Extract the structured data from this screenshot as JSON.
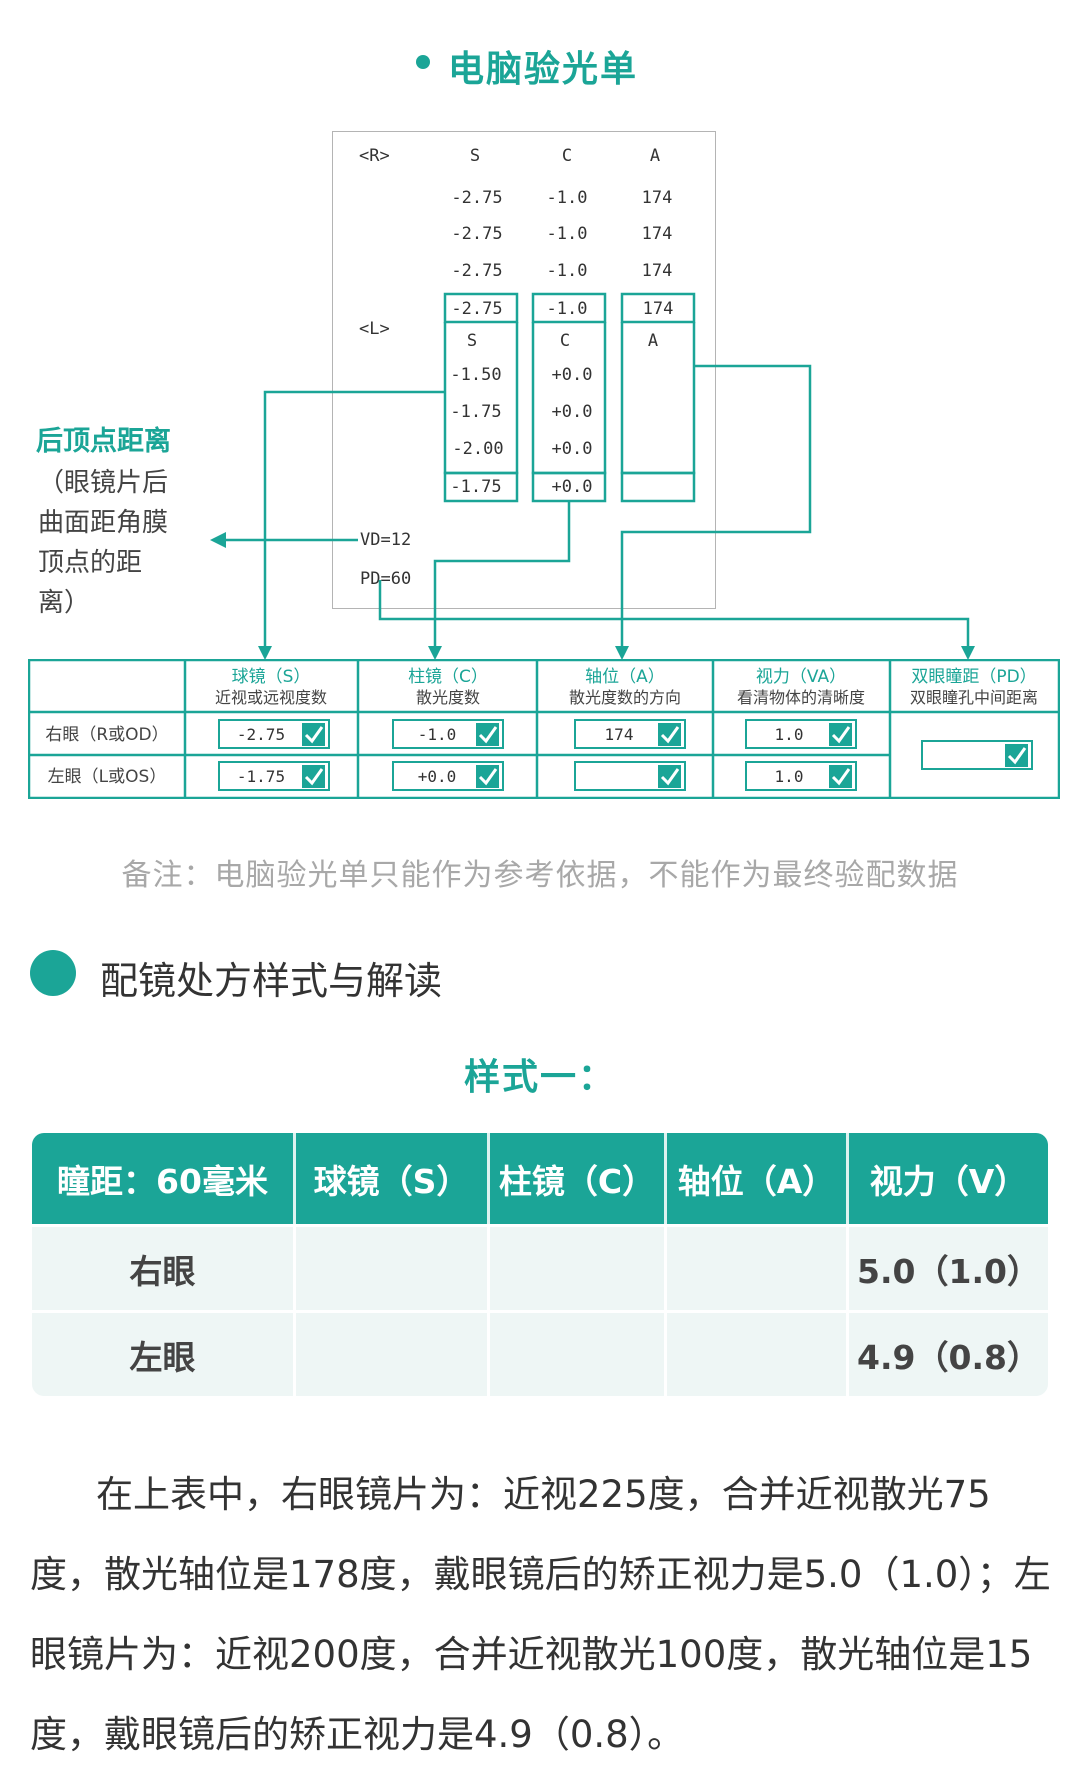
{
  "section1": {
    "title": "电脑验光单"
  },
  "printout": {
    "right_label": "<R>",
    "left_label": "<L>",
    "col_s": "S",
    "col_c": "C",
    "col_a": "A",
    "right_rows": [
      {
        "s": "-2.75",
        "c": "-1.0",
        "a": "174"
      },
      {
        "s": "-2.75",
        "c": "-1.0",
        "a": "174"
      },
      {
        "s": "-2.75",
        "c": "-1.0",
        "a": "174"
      }
    ],
    "right_avg": {
      "s": "-2.75",
      "c": "-1.0",
      "a": "174"
    },
    "left_rows": [
      {
        "s": "-1.50",
        "c": "+0.0"
      },
      {
        "s": "-1.75",
        "c": "+0.0"
      },
      {
        "s": "-2.00",
        "c": "+0.0"
      }
    ],
    "left_avg": {
      "s": "-1.75",
      "c": "+0.0",
      "a": ""
    },
    "vd": "VD=12",
    "pd": "PD=60"
  },
  "vertex_label": {
    "title": "后顶点距离",
    "desc": "（眼镜片后曲面距角膜顶点的距离）"
  },
  "form": {
    "headers": [
      {
        "title": "球镜（S）",
        "sub": "近视或远视度数"
      },
      {
        "title": "柱镜（C）",
        "sub": "散光度数"
      },
      {
        "title": "轴位（A）",
        "sub": "散光度数的方向"
      },
      {
        "title": "视力（VA）",
        "sub": "看清物体的清晰度"
      },
      {
        "title": "双眼瞳距（PD）",
        "sub": "双眼瞳孔中间距离"
      }
    ],
    "right_eye": "右眼（R或OD）",
    "left_eye": "左眼（L或OS）",
    "right_values": [
      "-2.75",
      "-1.0",
      "174",
      "1.0"
    ],
    "left_values": [
      "-1.75",
      "+0.0",
      "",
      "1.0"
    ],
    "pd_value": ""
  },
  "note": "备注：电脑验光单只能作为参考依据，不能作为最终验配数据",
  "section2": {
    "title": "配镜处方样式与解读"
  },
  "style_title": "样式一：",
  "rx_table": {
    "headers": [
      "瞳距：60毫米",
      "球镜（S）",
      "柱镜（C）",
      "轴位（A）",
      "视力（V）"
    ],
    "rows": [
      {
        "eye": "右眼",
        "s": "",
        "c": "",
        "a": "",
        "v": "5.0（1.0）"
      },
      {
        "eye": "左眼",
        "s": "",
        "c": "",
        "a": "",
        "v": "4.9（0.8）"
      }
    ]
  },
  "paragraph": "在上表中，右眼镜片为：近视225度，合并近视散光75度，散光轴位是178度，戴眼镜后的矫正视力是5.0（1.0）；左眼镜片为：近视200度，合并近视散光100度，散光轴位是15度，戴眼镜后的矫正视力是4.9（0.8）。",
  "colors": {
    "accent": "#1ba597",
    "text": "#333333",
    "note": "#a8a8a8",
    "row_bg": "#eef6f5"
  }
}
